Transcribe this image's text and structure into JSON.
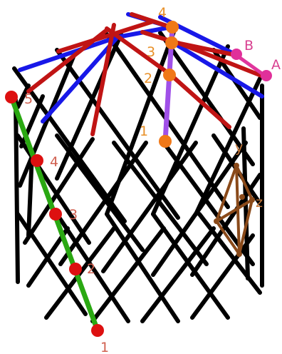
{
  "colors": {
    "background": "#ffffff",
    "lattice": "#000000",
    "red_struts": "#c01414",
    "blue_struts": "#1818e8",
    "green_strut": "#2aa812",
    "purple_strut": "#a050e8",
    "pink_strut": "#e0359c",
    "brown_rhombus": "#8a4a1a",
    "red_nodes": "#dd1010",
    "orange_nodes": "#f07818",
    "magenta_nodes": "#e0309a",
    "green_labels": "#d06050",
    "purple_labels": "#e89028",
    "pink_labels": "#d84090",
    "brown_labels": "#c87838"
  },
  "labels": {
    "green": [
      "1",
      "2",
      "3",
      "4",
      "5"
    ],
    "purple": [
      "1",
      "2",
      "3",
      "4"
    ],
    "pink": [
      "A",
      "B"
    ],
    "brown": [
      "y",
      "z"
    ]
  }
}
